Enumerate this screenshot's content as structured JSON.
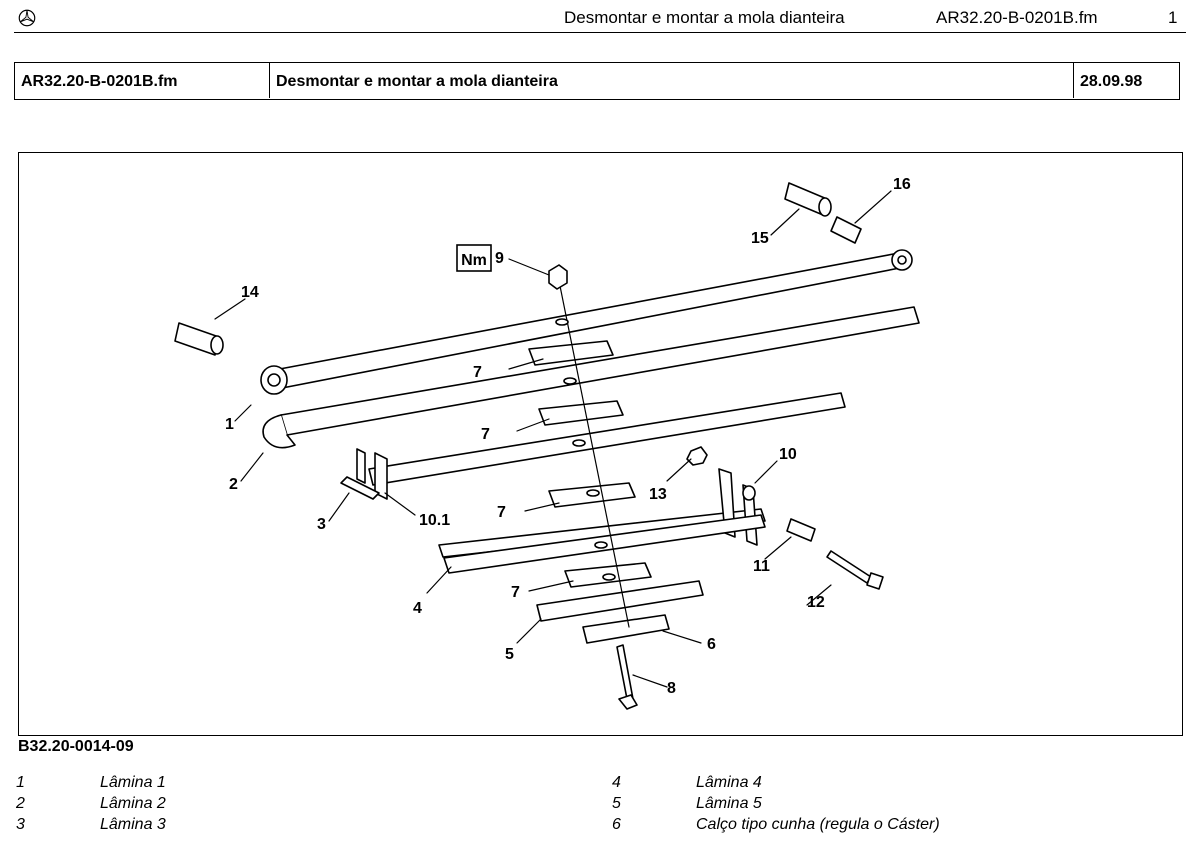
{
  "header": {
    "title": "Desmontar e montar a mola dianteira",
    "file": "AR32.20-B-0201B.fm",
    "page": "1"
  },
  "info_table": {
    "doc_id": "AR32.20-B-0201B.fm",
    "title": "Desmontar e montar a mola dianteira",
    "date": "28.09.98"
  },
  "figure": {
    "code": "B32.20-0014-09",
    "torque_badge": "Nm",
    "callouts": [
      "1",
      "2",
      "3",
      "4",
      "5",
      "6",
      "7",
      "7",
      "7",
      "7",
      "8",
      "9",
      "10",
      "10.1",
      "11",
      "12",
      "13",
      "14",
      "15",
      "16"
    ]
  },
  "legend": {
    "left": [
      {
        "num": "1",
        "text": "Lâmina 1"
      },
      {
        "num": "2",
        "text": "Lâmina 2"
      },
      {
        "num": "3",
        "text": "Lâmina 3"
      }
    ],
    "right": [
      {
        "num": "4",
        "text": "Lâmina 4"
      },
      {
        "num": "5",
        "text": "Lâmina 5"
      },
      {
        "num": "6",
        "text": "Calço tipo cunha (regula o Cáster)"
      }
    ]
  }
}
